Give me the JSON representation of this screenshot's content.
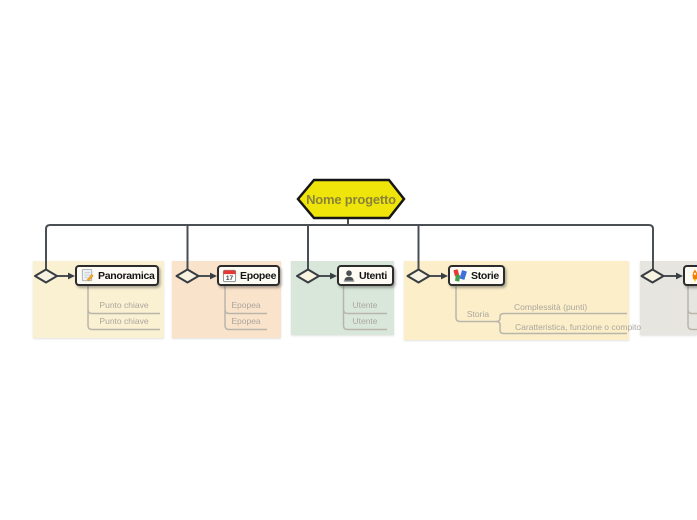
{
  "root": {
    "label": "Nome progetto"
  },
  "groups": [
    {
      "name": "panoramica",
      "label": "Panoramica",
      "icon": "memo-icon",
      "panel_color": "#faf0d2",
      "items": [
        "Punto chiave",
        "Punto chiave"
      ]
    },
    {
      "name": "epopee",
      "label": "Epopee",
      "icon": "calendar-icon",
      "panel_color": "#fae3cb",
      "items": [
        "Epopea",
        "Epopea"
      ]
    },
    {
      "name": "utenti",
      "label": "Utenti",
      "icon": "user-icon",
      "panel_color": "#d9e7da",
      "items": [
        "Utente",
        "Utente"
      ]
    },
    {
      "name": "storie",
      "label": "Storie",
      "icon": "books-icon",
      "panel_color": "#fbeec9",
      "item_label": "Storia",
      "children": [
        "Complessità (punti)",
        "Caratteristica, funzione o compito"
      ]
    },
    {
      "name": "partial-right",
      "label": "",
      "icon": "rocket-icon",
      "panel_color": "#e7e5df",
      "items": [
        "",
        ""
      ]
    }
  ],
  "colors": {
    "background": "#ffffff",
    "connector": "#4a4f54",
    "sub_line": "#b9b5ab",
    "sub_text": "#aba79d",
    "node_border": "#2c2c2c",
    "node_fill": "#fdfbf4",
    "diamond_fill": "#f8f3e1",
    "root_fill": "#efe50a",
    "root_border": "#161616",
    "root_text": "#8a8438"
  }
}
